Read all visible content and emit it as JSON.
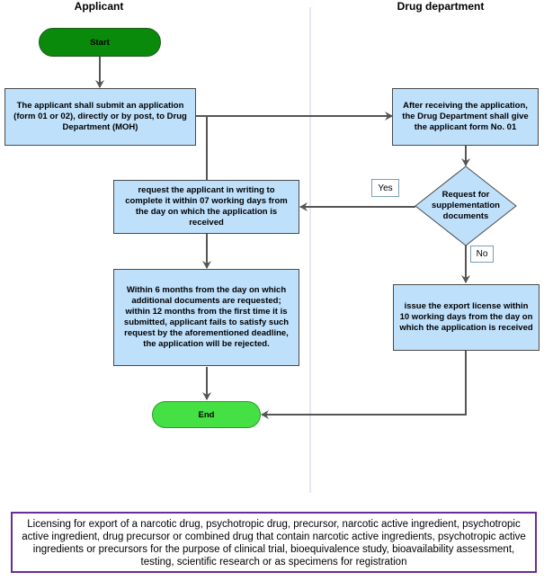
{
  "lanes": {
    "applicant": "Applicant",
    "drug_department": "Drug department"
  },
  "nodes": {
    "start": "Start",
    "submit": "The applicant shall submit an application (form 01 or 02), directly or by post, to Drug Department (MOH)",
    "receive": "After receiving the application, the Drug Department shall give the applicant form No. 01",
    "decision": "Request for supplementation documents",
    "request_complete": "request the applicant in writing to complete it within 07 working days from the day on which the application is received",
    "reject": "Within 6 months from the day on which additional documents are requested; within 12 months from the first time it is submitted, applicant fails to satisfy such request by the aforementioned deadline, the application will be rejected.",
    "issue": "issue the export license within 10 working days from the day on which the application is received",
    "end": "End"
  },
  "labels": {
    "yes": "Yes",
    "no": "No"
  },
  "caption": "Licensing for export of a narcotic drug, psychotropic drug, precursor, narcotic active ingredient, psychotropic active ingredient, drug precursor or combined drug that contain narcotic active ingredients, psychotropic active ingredients or precursors for the purpose of clinical trial, bioequivalence study, bioavailability assessment, testing, scientific research or as specimens for registration",
  "colors": {
    "process_fill": "#bfe0fb",
    "start_fill": "#0a8a0a",
    "end_fill": "#44e044",
    "caption_border": "#6a2c9a",
    "connector": "#555555"
  }
}
